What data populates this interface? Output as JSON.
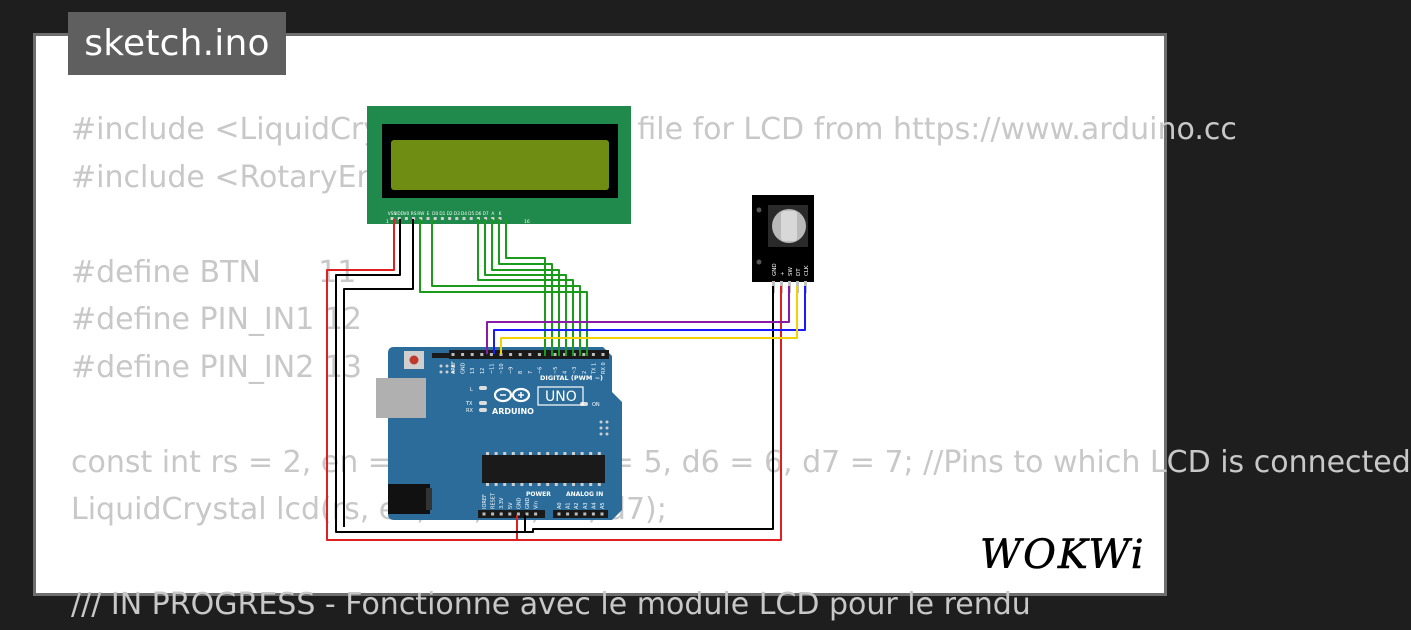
{
  "title": "sketch.ino",
  "code_lines": [
    "#include <LiquidCrystal.h> //Header file for LCD from https://www.arduino.cc",
    "#include <RotaryEncoder.h>",
    "",
    "#define BTN      11",
    "#define PIN_IN1 12",
    "#define PIN_IN2 13",
    "",
    "const int rs = 2, en = 3, d4 = 4, d5 = 5, d6 = 6, d7 = 7; //Pins to which LCD is connected",
    "LiquidCrystal lcd(rs, en, d4, d5, d6, d7);",
    "",
    "/// IN PROGRESS - Fonctionne avec le module LCD pour le rendu"
  ],
  "lcd": {
    "pin_labels": [
      "VSS",
      "VDD",
      "V0",
      "RS",
      "RW",
      "E",
      "D0",
      "D1",
      "D2",
      "D3",
      "D4",
      "D5",
      "D6",
      "D7",
      "A",
      "K"
    ],
    "pin_first": "1",
    "pin_last": "16"
  },
  "encoder": {
    "pin_labels": [
      "GND",
      "+",
      "SW",
      "DT",
      "CLK"
    ]
  },
  "arduino": {
    "brand": "ARDUINO",
    "model": "UNO",
    "digital_label": "DIGITAL (PWM ~)",
    "power_label": "POWER",
    "analog_label": "ANALOG IN",
    "led_l": "L",
    "led_tx": "TX",
    "led_rx": "RX",
    "led_on": "ON",
    "top_pins": [
      "AREF",
      "GND",
      "13",
      "12",
      "~11",
      "~10",
      "~9",
      "8",
      "7",
      "~6",
      "~5",
      "4",
      "~3",
      "2",
      "TX 1",
      "RX 0"
    ],
    "power_pins": [
      "IOREF",
      "RESET",
      "3.3V",
      "5V",
      "GND",
      "GND",
      "Vin"
    ],
    "analog_pins": [
      "A0",
      "A1",
      "A2",
      "A3",
      "A4",
      "A5"
    ]
  },
  "logo": "WOKWi",
  "colors": {
    "background": "#1e1e1e",
    "card_border": "#6e6e6e",
    "code_text": "#c8c8c8",
    "title_bg": "#5f5f5f",
    "pcb_green": "#1f8a4c",
    "lcd_screen": "#6f8c13",
    "arduino_blue": "#2b6c9a",
    "wire_red": "#e02020",
    "wire_black": "#000000",
    "wire_green": "#1a9c1a",
    "wire_purple": "#8a1aa8",
    "wire_blue": "#1a1aff",
    "wire_yellow": "#f2d200"
  }
}
